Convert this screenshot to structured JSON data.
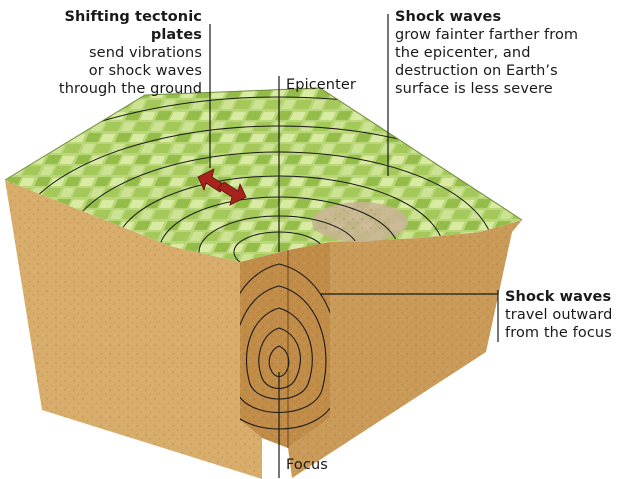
{
  "labels": {
    "plates": {
      "heading_lines": [
        "Shifting tectonic",
        "plates"
      ],
      "body_lines": [
        "send vibrations",
        "or shock waves",
        "through the ground"
      ]
    },
    "epicenter": "Epicenter",
    "surface_waves": {
      "heading": "Shock waves",
      "body_lines": [
        "grow fainter farther from",
        "the epicenter, and",
        "destruction on Earth’s",
        "surface is less severe"
      ]
    },
    "focus_waves": {
      "heading": "Shock waves",
      "body_lines": [
        "travel outward",
        "from the focus"
      ]
    },
    "focus": "Focus"
  },
  "colors": {
    "surface_green": "#b9d779",
    "field_dark": "#93bd48",
    "field_light": "#d9eba2",
    "soil_front": "#d8ad6b",
    "soil_right": "#c99a58",
    "soil_inner": "#c08c47",
    "arrow": "#a8231c",
    "lines": "#1a1a1a"
  }
}
